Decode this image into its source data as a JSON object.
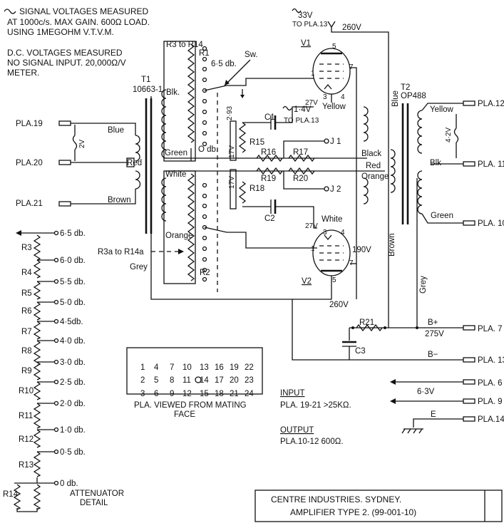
{
  "notes": {
    "ac_line1": "SIGNAL VOLTAGES MEASURED",
    "ac_line2": "AT 1000c/s. MAX GAIN. 600Ω LOAD.",
    "ac_line3": "USING 1MEGOHM V.T.V.M.",
    "dc_line1": "D.C. VOLTAGES MEASURED",
    "dc_line2": "NO SIGNAL INPUT. 20,000Ω/V",
    "dc_line3": "METER."
  },
  "transformers": {
    "t1_name": "T1",
    "t1_code": "10663-1",
    "t2_name": "T2",
    "t2_code": "OP488"
  },
  "wires": {
    "blue": "Blue",
    "red": "Red",
    "brown": "Brown",
    "blk_short": "Blk.",
    "green": "Green",
    "white": "White",
    "orange": "Orange",
    "grey": "Grey",
    "black": "Black",
    "yellow": "Yellow",
    "blk": "Blk",
    "white_v2": "White",
    "yellow_v1": "Yellow"
  },
  "pins": {
    "pla19": "PLA.19",
    "pla20": "PLA.20",
    "pla21": "PLA.21",
    "pla12": "PLA.12",
    "pla11": "PLA. 11",
    "pla10": "PLA. 10",
    "pla7": "PLA. 7",
    "pla13": "PLA. 13",
    "pla6": "PLA. 6",
    "pla9": "PLA. 9",
    "pla14": "PLA.14"
  },
  "voltages": {
    "v_2v": "2V",
    "v_33v": "33V",
    "to_pla13_a": "TO PLA.13",
    "v_260_top": "260V",
    "v_27_top": "27V",
    "v_14": "1·4V",
    "to_pla13_b": "TO PLA.13",
    "v_293": "2·93",
    "v_17a": "17V",
    "v_17b": "17V",
    "v_27_bot": "27V",
    "v_190": "190V",
    "v_260_bot": "260V",
    "v_275": "275V",
    "v_42": "4·2V",
    "v_63": "6·3V",
    "bplus": "B+",
    "bminus": "B−",
    "earth": "E"
  },
  "valves": {
    "v1": "V1",
    "v2": "V2",
    "p1": "1",
    "p5": "5",
    "p7": "7",
    "p3": "3",
    "p4": "4"
  },
  "components": {
    "r1": "R1",
    "r2": "R2",
    "r3_r14": "R3 to R14",
    "r3a_r14a": "R3a to R14a",
    "sw": "Sw.",
    "db65": "6·5 db.",
    "db0": "O db.",
    "c1": "C1",
    "c2": "C2",
    "c3": "C3",
    "r15": "R15",
    "r16": "R16",
    "r17": "R17",
    "r18": "R18",
    "r19": "R19",
    "r20": "R20",
    "r21": "R21",
    "j1": "J 1",
    "j2": "J 2"
  },
  "attenuator": {
    "caption1": "ATTENUATOR",
    "caption2": "DETAIL",
    "resistors": [
      "R3",
      "R4",
      "R5",
      "R6",
      "R7",
      "R8",
      "R9",
      "R10",
      "R11",
      "R12",
      "R13",
      "R14"
    ],
    "steps": [
      "6·5 db.",
      "6·0 db.",
      "5·5 db.",
      "5·0 db.",
      "4·5db.",
      "4·0 db.",
      "3·0 db.",
      "2·5 db.",
      "2·0 db.",
      "1·0 db.",
      "0·5 db.",
      "0 db."
    ]
  },
  "connector": {
    "row1": [
      "1",
      "4",
      "7",
      "10",
      "13",
      "16",
      "19",
      "22"
    ],
    "row2": [
      "2",
      "5",
      "8",
      "11",
      "14",
      "17",
      "20",
      "23"
    ],
    "row3": [
      "3",
      "6",
      "9",
      "12",
      "15",
      "18",
      "21",
      "24"
    ],
    "caption1": "PLA. VIEWED FROM MATING",
    "caption2": "FACE"
  },
  "specs": {
    "input_title": "INPUT",
    "input_text": "PLA. 19-21  >25KΩ.",
    "output_title": "OUTPUT",
    "output_text": "PLA.10-12   600Ω."
  },
  "title_block": {
    "line1": "CENTRE  INDUSTRIES.  SYDNEY.",
    "line2": "AMPLIFIER  TYPE  2. (99-001-10)"
  }
}
